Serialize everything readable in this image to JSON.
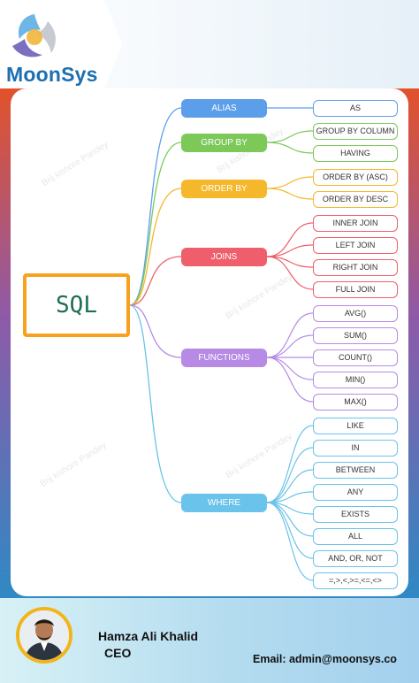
{
  "brand": {
    "name": "MoonSys",
    "logo_icon": "moonsys-logo-icon"
  },
  "mindmap": {
    "center_label": "SQL",
    "categories": [
      {
        "label": "ALIAS",
        "color": "#5d9eea",
        "items": [
          "AS"
        ]
      },
      {
        "label": "GROUP BY",
        "color": "#7cc95a",
        "items": [
          "GROUP BY COLUMN",
          "HAVING"
        ]
      },
      {
        "label": "ORDER BY",
        "color": "#f5b82c",
        "items": [
          "ORDER BY (ASC)",
          "ORDER BY DESC"
        ]
      },
      {
        "label": "JOINS",
        "color": "#ee5f6b",
        "items": [
          "INNER JOIN",
          "LEFT JOIN",
          "RIGHT JOIN",
          "FULL JOIN"
        ]
      },
      {
        "label": "FUNCTIONS",
        "color": "#b68ae5",
        "items": [
          "AVG()",
          "SUM()",
          "COUNT()",
          "MIN()",
          "MAX()"
        ]
      },
      {
        "label": "WHERE",
        "color": "#6ac3ea",
        "items": [
          "LIKE",
          "IN",
          "BETWEEN",
          "ANY",
          "EXISTS",
          "ALL",
          "AND, OR, NOT",
          "=,>,<,>=,<=,<>"
        ]
      }
    ],
    "watermark": "Brij kishore Pandey"
  },
  "footer": {
    "name": "Hamza Ali Khalid",
    "title": "CEO",
    "email": "Email: admin@moonsys.co",
    "avatar_icon": "person-photo"
  }
}
